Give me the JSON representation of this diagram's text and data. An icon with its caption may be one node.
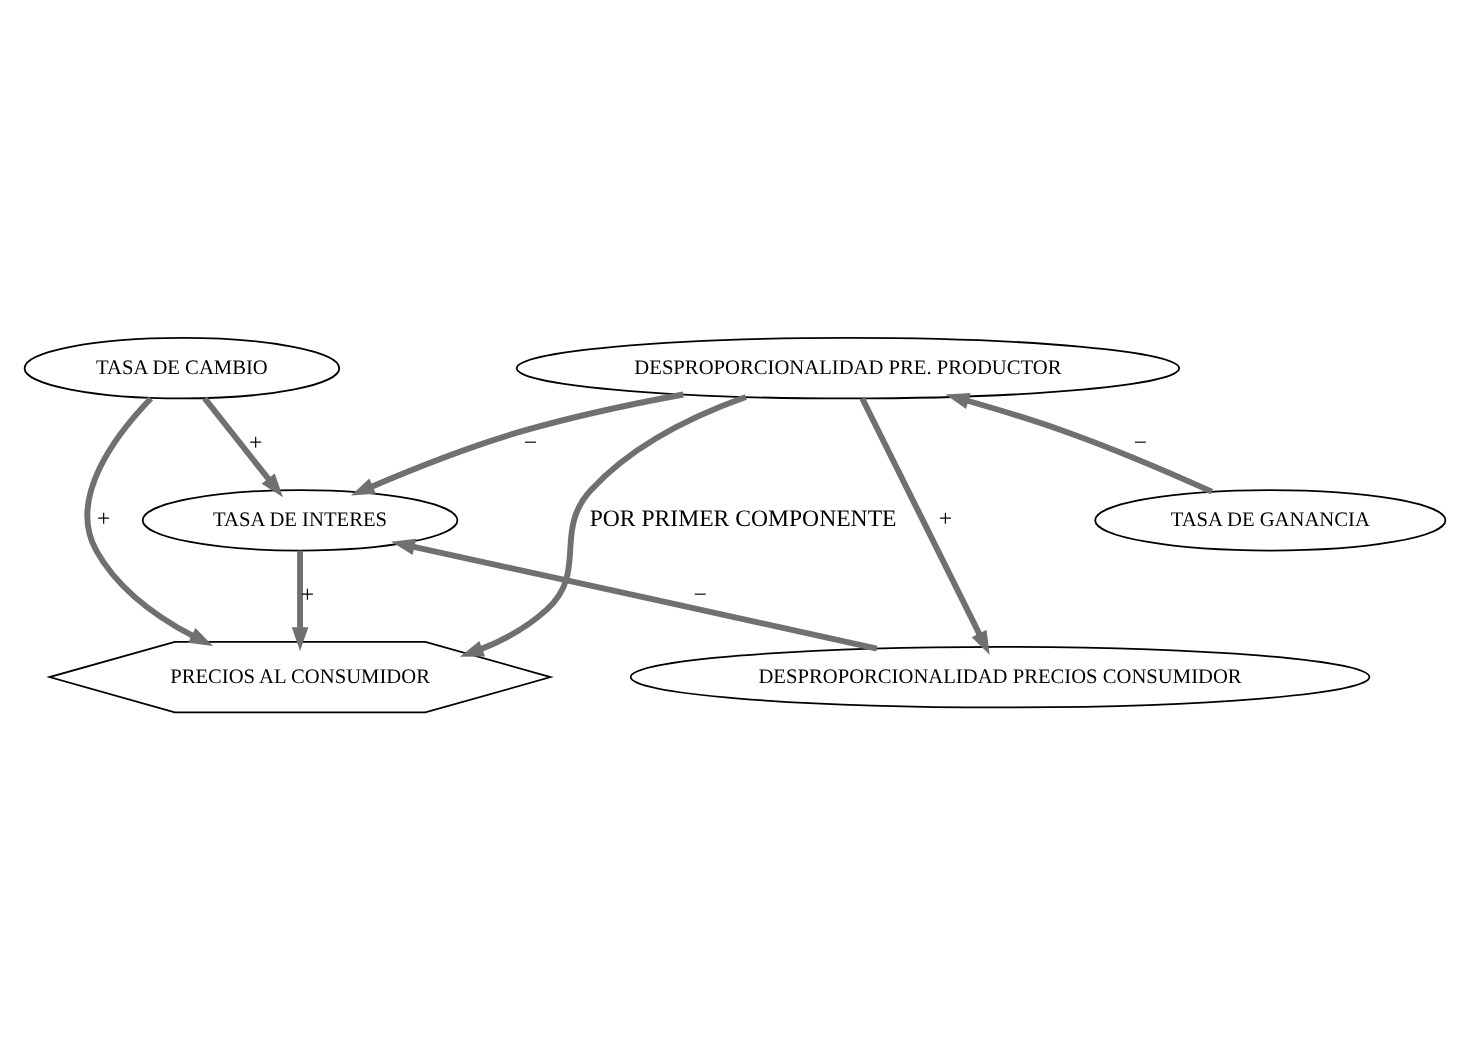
{
  "diagram": {
    "nodes": [
      {
        "text": [
          "DESPROPORCIONALIDAD PRE. PRODUCTOR"
        ]
      },
      {
        "text": [
          "TASA DE CAMBIO"
        ]
      },
      {
        "text": [
          "TASA DE GANANCIA"
        ]
      },
      {
        "text": [
          "TASA DE INTERES"
        ]
      },
      {
        "text": [
          "DESPROPORCIONALIDAD PRECIOS CONSUMIDOR"
        ]
      },
      {
        "text": [
          "PRECIOS AL CONSUMIDOR"
        ]
      }
    ],
    "edges": [
      {
        "from": 0,
        "to": 5,
        "arrow": "to",
        "label": "POR PRIMER COMPONENTE"
      },
      {
        "from": 2,
        "to": 0,
        "arrow": "to",
        "label": "−"
      },
      {
        "from": 0,
        "to": 4,
        "arrow": "to",
        "label": "+"
      },
      {
        "from": 0,
        "to": 3,
        "arrow": "to",
        "label": "−"
      },
      {
        "from": 1,
        "to": 3,
        "arrow": "to",
        "label": "+"
      },
      {
        "from": 1,
        "to": 5,
        "arrow": "to",
        "label": "+"
      },
      {
        "from": 4,
        "to": 3,
        "arrow": "to",
        "label": "−"
      },
      {
        "from": 3,
        "to": 5,
        "arrow": "to",
        "label": "+"
      }
    ]
  }
}
